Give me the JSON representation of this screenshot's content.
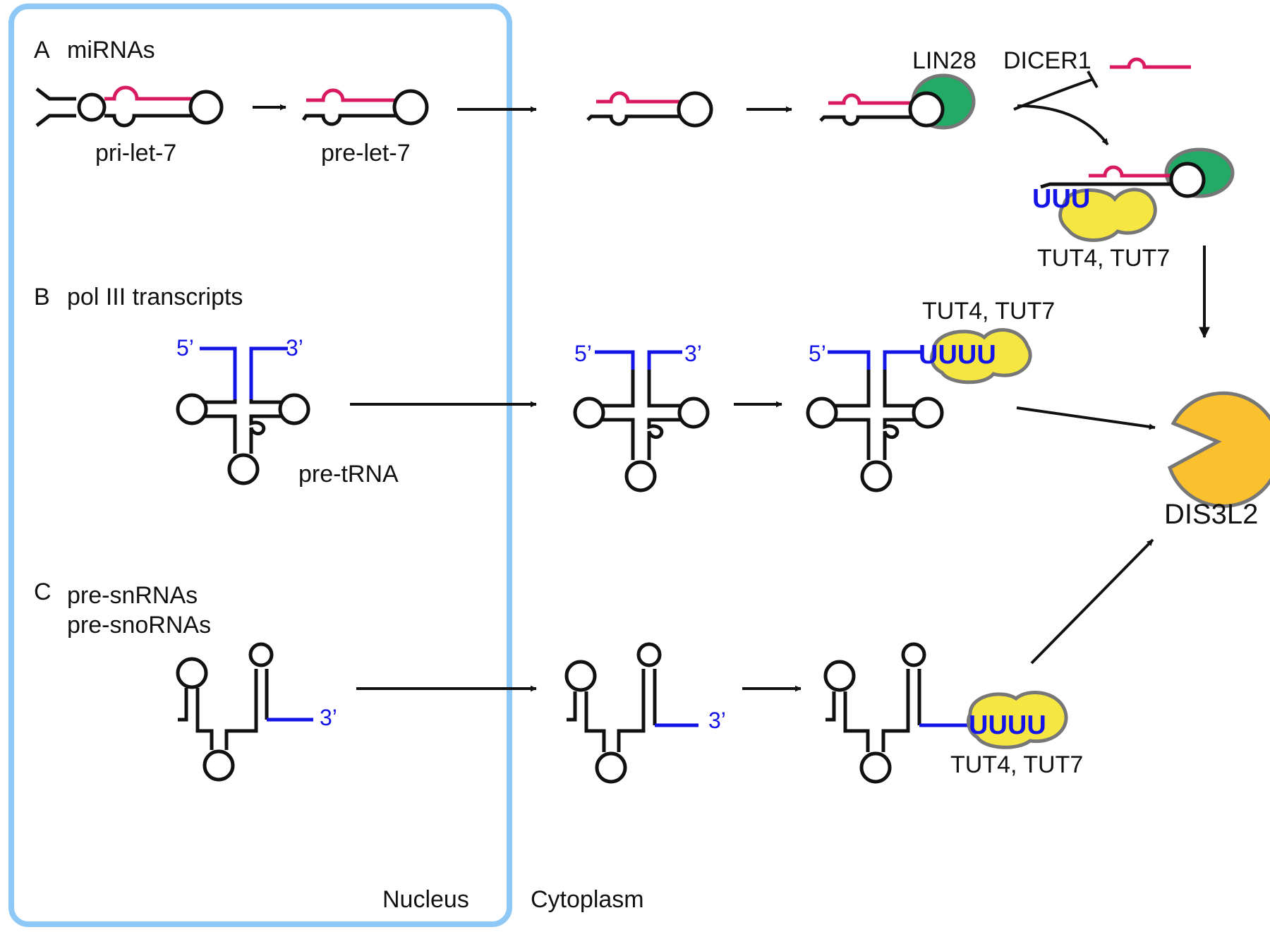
{
  "regions": {
    "nucleus": "Nucleus",
    "cytoplasm": "Cytoplasm"
  },
  "sections": {
    "a": {
      "letter": "A",
      "title": "miRNAs"
    },
    "b": {
      "letter": "B",
      "title": "pol III transcripts"
    },
    "c": {
      "letter": "C",
      "title_line1": "pre-snRNAs",
      "title_line2": "pre-snoRNAs"
    }
  },
  "labels": {
    "pri_let7": "pri-let-7",
    "pre_let7": "pre-let-7",
    "lin28": "LIN28",
    "dicer1": "DICER1",
    "tut_a": "TUT4, TUT7",
    "tut_b": "TUT4, TUT7",
    "tut_c": "TUT4, TUT7",
    "pre_trna": "pre-tRNA",
    "dis3l2": "DIS3L2",
    "five_prime": "5’",
    "three_prime": "3’",
    "uuu": "UUU",
    "uuuu": "UUUU"
  },
  "colors": {
    "nucleus_border": "#8ec8f6",
    "mirna_strand": "#d81b60",
    "tail_blue": "#1414e6",
    "lin28_fill": "#22aa66",
    "tut_fill": "#f5e642",
    "dis3l2_fill": "#fbc02d",
    "outline_gray": "#777777"
  }
}
